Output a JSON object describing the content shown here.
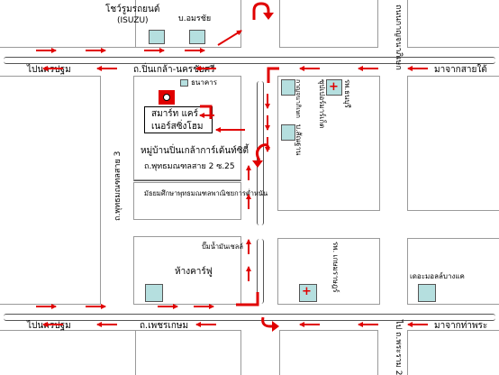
{
  "colors": {
    "arrow": "#e00000",
    "building": "#b5dfdf",
    "block_border": "#9a9a9a"
  },
  "labels": {
    "isuzu_dealer": "โชว์รูมรถยนต์",
    "isuzu_brand": "(ISUZU)",
    "bor_amornchai": "บ.อมรชัย",
    "pinklao_nakhonchaisri": "ถ.ปิ่นเกล้า-นครชัยศรี",
    "to_nakhonpathom_top": "ไปนครปฐม",
    "to_saimai": "มาจากสายใต้",
    "bank": "ธนาคาร",
    "smart_care": "สมาร์ท แคร์",
    "nursing_home": "เนอร์สซิ่งโฮม",
    "village": "หมู่บ้านปิ่นเกล้าการ์เด้นท์ซิตี้",
    "soi": "ถ.พุทธมณฑลสาย 2 ซ.25",
    "puttamonthon3": "ถ.พุทธมณฑลสาย 3",
    "school": "มัธยมศึกษาพุทธมณฑลพาณิชยการต่ำหนัน",
    "gas_station": "ปั๊มน้ำมันเชลล์",
    "market": "ห้างคาร์ฟู",
    "to_nakhonpathom_bottom": "ไปนครปฐม",
    "phetkasem": "ถ.เพชรเกษม",
    "to_thaphra": "มาจากท่าพระ",
    "to_phraram2": "ไป ถ.พระราม 2",
    "mall_bangkhae": "เดอะมอลล์บางแค",
    "wat_srinakharin": "กาญจนาภิเษก",
    "superstore": "ซุปเปอร์มาร์เก็ต",
    "bor_khet": "บ.สัณฐาน",
    "hosp_thonburi": "รพ.ธนบุรี",
    "hosp_kasemrad": "รพ. เกษมราษฎร์",
    "road_kanchana": "ถนนกาญจนาภิเษก"
  }
}
